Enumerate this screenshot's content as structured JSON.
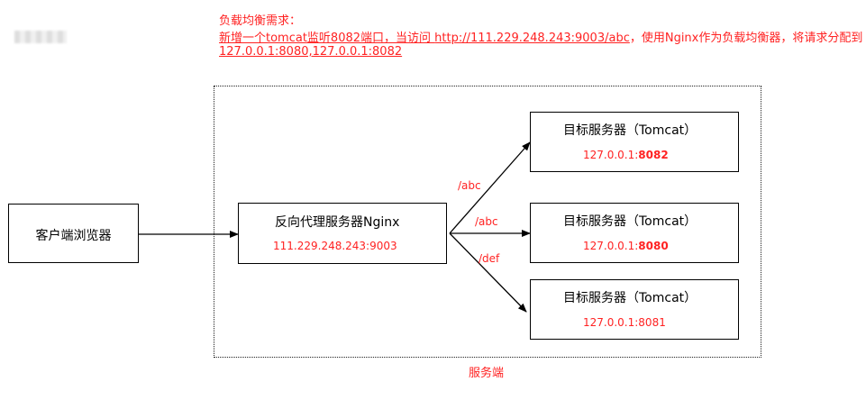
{
  "requirement": {
    "title": "负载均衡需求：",
    "line1_part1": "新增一个tomcat监听8082端口，当访问 ",
    "line1_url": "http://111.229.248.243:9003/abc",
    "line1_part2": "，使用Nginx作为负载均衡器，将请求分配到",
    "line2": "127.0.0.1:8080,127.0.0.1:8082"
  },
  "zone_label": "服务端",
  "client": {
    "label": "客户端浏览器"
  },
  "nginx": {
    "label": "反向代理服务器Nginx",
    "address": "111.229.248.243:9003"
  },
  "targets": [
    {
      "label": "目标服务器（Tomcat）",
      "addr_prefix": "127.0.0.1:",
      "port": "8082",
      "port_bold": true
    },
    {
      "label": "目标服务器（Tomcat）",
      "addr_prefix": "127.0.0.1:",
      "port": "8080",
      "port_bold": true
    },
    {
      "label": "目标服务器（Tomcat）",
      "addr_prefix": "127.0.0.1:",
      "port": "8081",
      "port_bold": false
    }
  ],
  "routes": [
    "/abc",
    "/abc",
    "/def"
  ],
  "colors": {
    "accent": "#ff2222",
    "line": "#000000"
  }
}
